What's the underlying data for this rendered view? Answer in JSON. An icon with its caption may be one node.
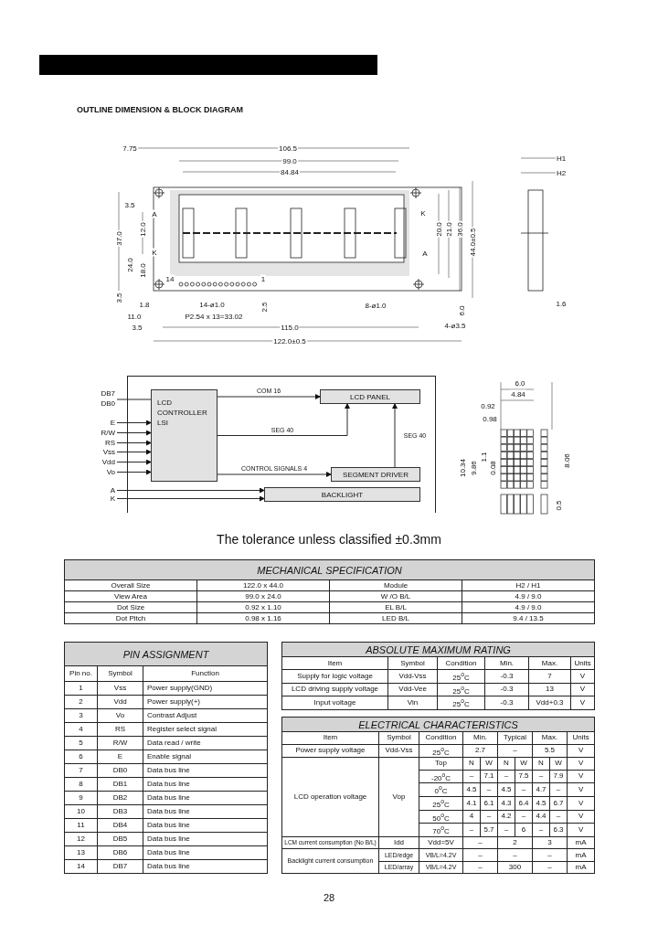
{
  "diagram": {
    "nodes": [
      {
        "text": [],
        "shape": "box"
      },
      {
        "text": [
          "LCD CONTROLLER LSI"
        ],
        "in": 0
      },
      {
        "text": [
          "LCD PANEL"
        ],
        "in": 0
      },
      {
        "text": [
          "SEGMENT DRIVER"
        ],
        "in": 0
      },
      {
        "text": [
          "BACKLIGHT"
        ],
        "in": 0
      },
      {
        "text": [
          "DB7",
          "DB0"
        ]
      },
      {
        "text": [
          "E"
        ]
      },
      {
        "text": [
          "R/W"
        ]
      },
      {
        "text": [
          "RS"
        ]
      },
      {
        "text": [
          "Vss"
        ]
      },
      {
        "text": [
          "Vdd"
        ]
      },
      {
        "text": [
          "Vo"
        ]
      },
      {
        "text": [
          "A"
        ]
      },
      {
        "text": [
          "K"
        ]
      }
    ],
    "edges": [
      {
        "from": 5,
        "to": 1,
        "arrow": "none"
      },
      {
        "from": 6,
        "to": 1,
        "arrow": "to"
      },
      {
        "from": 7,
        "to": 1,
        "arrow": "to"
      },
      {
        "from": 8,
        "to": 1,
        "arrow": "to"
      },
      {
        "from": 9,
        "to": 1,
        "arrow": "to"
      },
      {
        "from": 10,
        "to": 1,
        "arrow": "to"
      },
      {
        "from": 11,
        "to": 1,
        "arrow": "to"
      },
      {
        "from": 12,
        "to": 4,
        "arrow": "to"
      },
      {
        "from": 13,
        "to": 4,
        "arrow": "to"
      },
      {
        "from": 1,
        "to": 2,
        "arrow": "to",
        "label": "COM 16"
      },
      {
        "from": 1,
        "to": 2,
        "arrow": "to",
        "label": "SEG 40"
      },
      {
        "from": 1,
        "to": 3,
        "arrow": "to",
        "label": "CONTROL SIGNALS 4"
      },
      {
        "from": 3,
        "to": 2,
        "arrow": "to",
        "label": "SEG 40"
      }
    ],
    "labels": [
      "OUTLINE DIMENSION & BLOCK DIAGRAM",
      "7.75",
      "106.5",
      "99.0",
      "84.84",
      "H1",
      "H2",
      "3.5",
      "A",
      "K",
      "K",
      "A",
      "37.0",
      "12.0",
      "24.0",
      "18.0",
      "20.0",
      "21.0",
      "36.0",
      "44.0±0.5",
      "14",
      "1",
      "3.5",
      "1.8",
      "14-ø1.0",
      "2.5",
      "8-ø1.0",
      "6.0",
      "1.6",
      "11.0",
      "P2.54 x 13=33.02",
      "3.5",
      "115.0",
      "4-ø3.5",
      "122.0±0.5",
      "6.0",
      "4.84",
      "0.92",
      "0.98",
      "10.34",
      "9.86",
      "1.1",
      "0.08",
      "8.06",
      "0.5",
      "The tolerance unless classified ±0.3mm",
      "MECHANICAL SPECIFICATION",
      "Overall Size",
      "122.0 x 44.0",
      "Module",
      "H2 / H1",
      "View Area",
      "99.0 x 24.0",
      "W /O B/L",
      "4.9 / 9.0",
      "Dot Size",
      "0.92 x 1.10",
      "EL B/L",
      "4.9 / 9.0",
      "Dot Pitch",
      "0.98 x 1.16",
      "LED B/L",
      "9.4 / 13.5",
      "PIN ASSIGNMENT",
      "Pin no.",
      "Symbol",
      "Function",
      "1",
      "Vss",
      "Power supply(GND)",
      "2",
      "Vdd",
      "Power supply(+)",
      "3",
      "Vo",
      "Contrast Adjust",
      "4",
      "RS",
      "Register select signal",
      "5",
      "R/W",
      "Data read / write",
      "6",
      "E",
      "Enable signal",
      "7",
      "DB0",
      "Data bus line",
      "8",
      "DB1",
      "Data bus line",
      "9",
      "DB2",
      "Data bus line",
      "10",
      "DB3",
      "Data bus line",
      "11",
      "DB4",
      "Data bus line",
      "12",
      "DB5",
      "Data bus line",
      "13",
      "DB6",
      "Data bus line",
      "14",
      "DB7",
      "Data bus line",
      "ABSOLUTE MAXIMUM RATING",
      "Item",
      "Symbol",
      "Condition",
      "Min.",
      "Max.",
      "Units",
      "Supply for logic voltage",
      "Vdd-Vss",
      "25$^{o}$C",
      "-0.3",
      "7",
      "V",
      "LCD driving supply voltage",
      "Vdd-Vee",
      "25$^{o}$C",
      "-0.3",
      "13",
      "V",
      "Input voltage",
      "Vin",
      "25$^{o}$C",
      "-0.3",
      "Vdd+0.3",
      "V",
      "ELECTRICAL CHARACTERISTICS",
      "Item",
      "Symbol",
      "Condition",
      "Min.",
      "Typical",
      "Max.",
      "Units",
      "Power supply voltage",
      "Vdd-Vss",
      "25$^{o}$C",
      "2.7",
      "–",
      "5.5",
      "V",
      "LCD operation voltage",
      "Vop",
      "Top",
      "N",
      "W",
      "N",
      "W",
      "N",
      "W",
      "V",
      "-20$^{o}$C",
      "–",
      "7.1",
      "–",
      "7.5",
      "–",
      "7.9",
      "V",
      "0$^{o}$C",
      "4.5",
      "–",
      "4.5",
      "–",
      "4.7",
      "–",
      "V",
      "25$^{o}$C",
      "4.1",
      "6.1",
      "4.3",
      "6.4",
      "4.5",
      "6.7",
      "V",
      "50$^{o}$C",
      "4",
      "–",
      "4.2",
      "–",
      "4.4",
      "–",
      "V",
      "70$^{o}$C",
      "–",
      "5.7",
      "–",
      "6",
      "–",
      "6.3",
      "V",
      "LCM current consumption (No B/L)",
      "Idd",
      "Vdd=5V",
      "–",
      "2",
      "3",
      "mA",
      "Backlight current consumption",
      "LED/edge",
      "VB/L=4.2V",
      "–",
      "–",
      "–",
      "mA",
      "LED/array",
      "VB/L=4.2V",
      "–",
      "300",
      "–",
      "mA",
      "28"
    ]
  }
}
